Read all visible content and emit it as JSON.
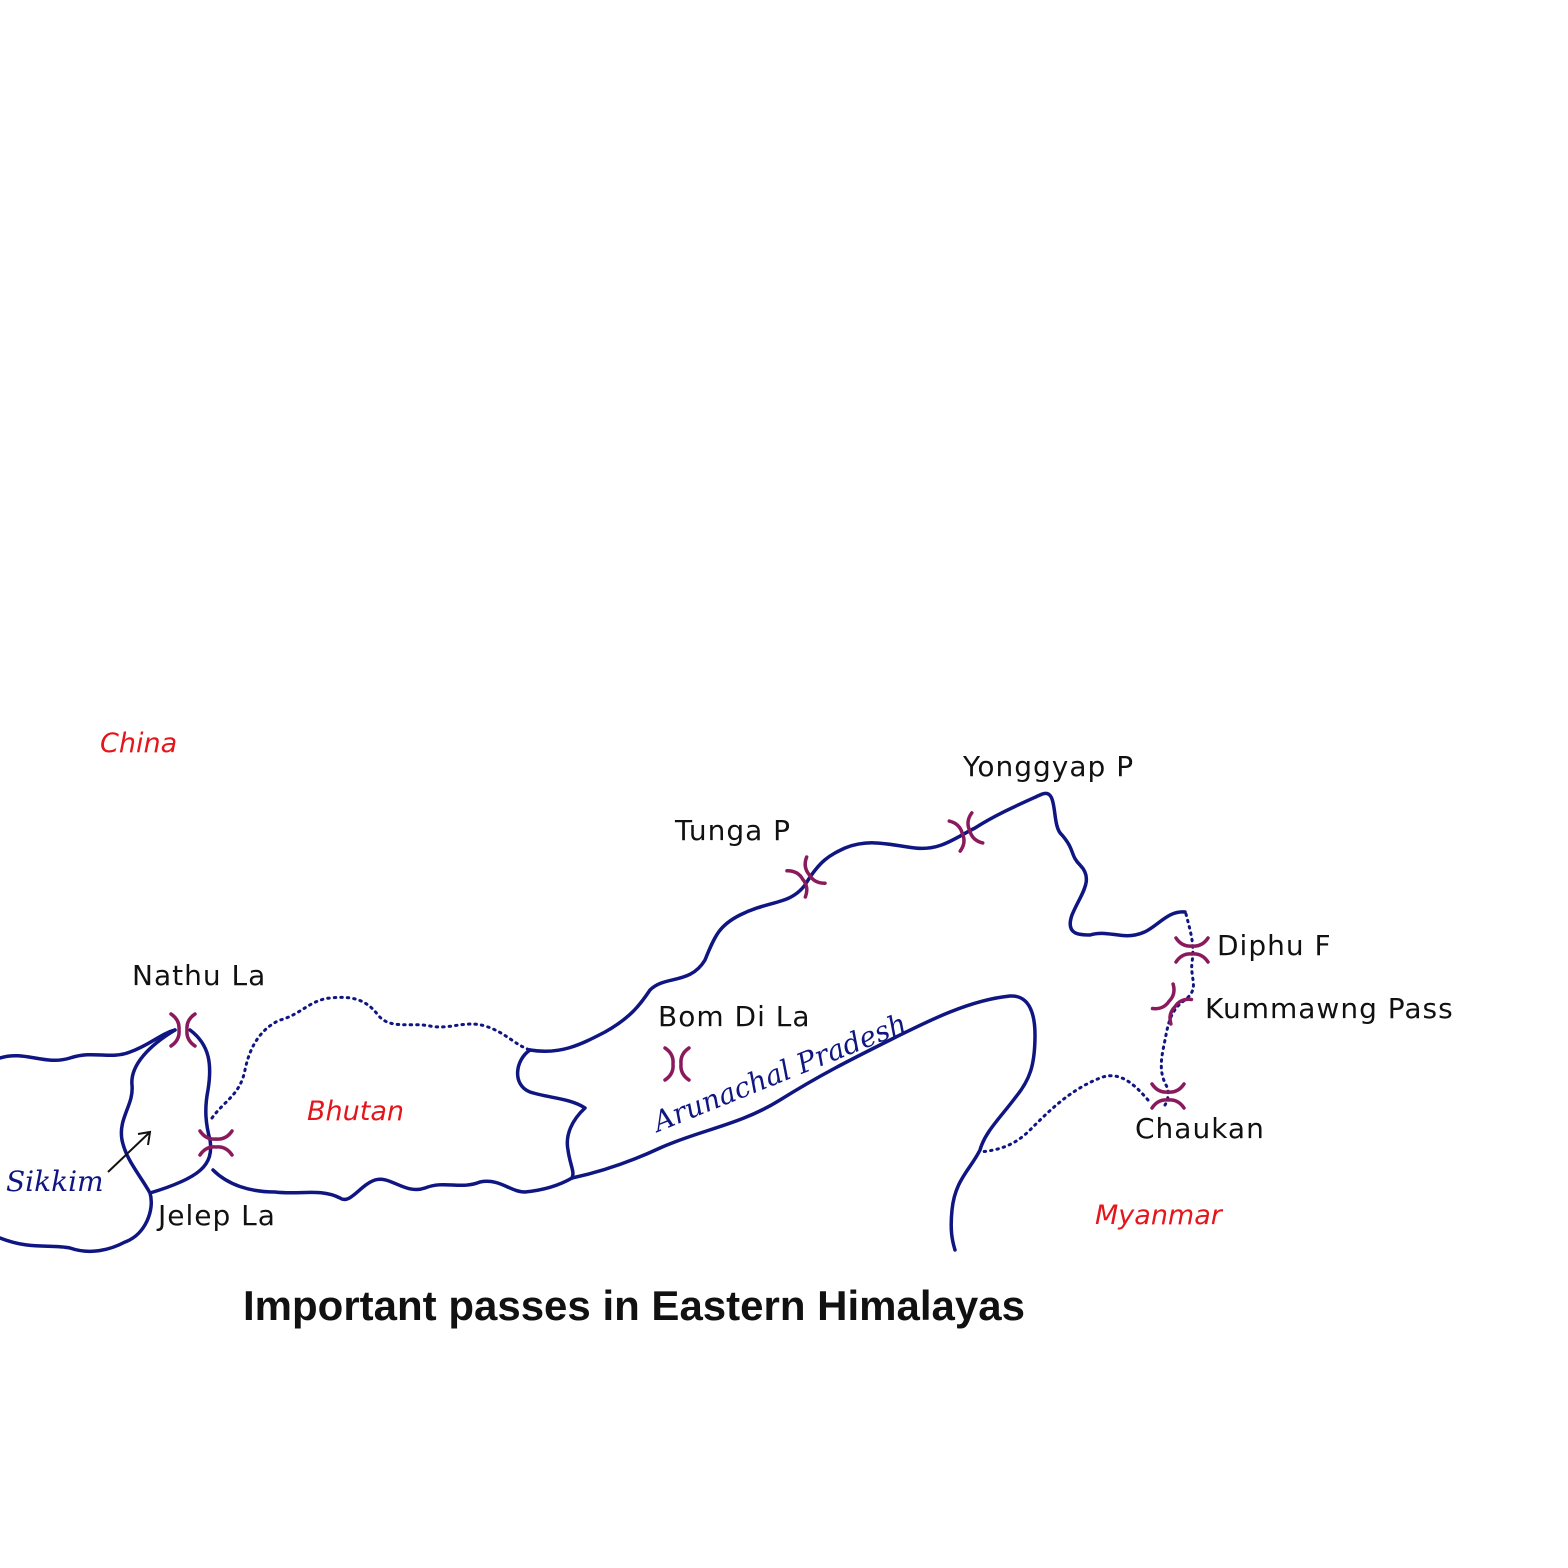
{
  "title": "Important passes in Eastern Himalayas",
  "colors": {
    "border": "#0f1682",
    "pass": "#8a1a5c",
    "country": "#e4161c",
    "text": "#111111"
  },
  "countries": {
    "china": "China",
    "bhutan": "Bhutan",
    "myanmar": "Myanmar"
  },
  "states": {
    "sikkim": "Sikkim",
    "arunachal": "Arunachal Pradesh"
  },
  "passes": {
    "nathu_la": "Nathu La",
    "jelep_la": "Jelep La",
    "bom_di_la": "Bom Di La",
    "tunga": "Tunga P",
    "yonggyap": "Yonggyap P",
    "diphu": "Diphu F",
    "kummawng": "Kummawng Pass",
    "chaukan": "Chaukan"
  }
}
